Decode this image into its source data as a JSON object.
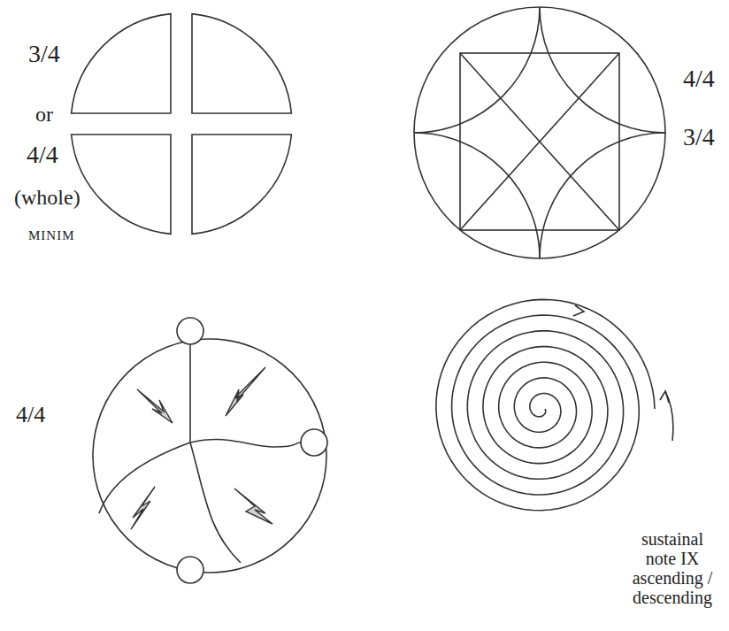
{
  "diagram": {
    "labels": [
      "3/4",
      "or",
      "4/4",
      "(whole)",
      "MINIM",
      "4/4",
      "3/4",
      "4/4",
      "sustainal note IX ascending / descending"
    ]
  }
}
